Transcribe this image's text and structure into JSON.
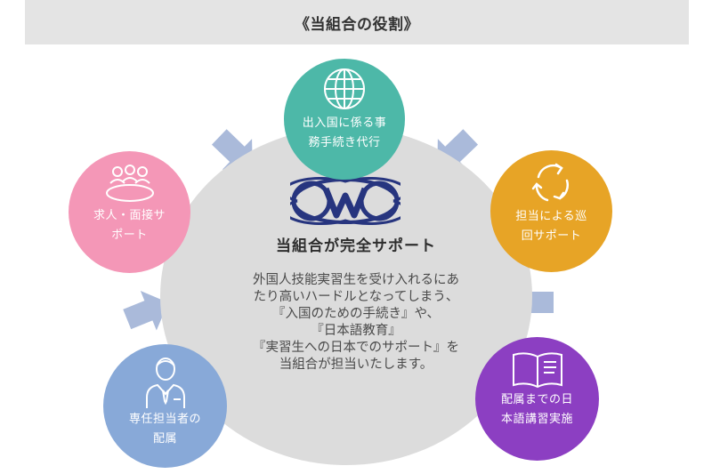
{
  "title": "《当組合の役割》",
  "center": {
    "heading": "当組合が完全サポート",
    "body_lines": [
      "外国人技能実習生を受け入れるにあ",
      "たり高いハードルとなってしまう、",
      "『入国のための手続き』や、",
      "『日本語教育』",
      "『実習生への日本でのサポート』を",
      "当組合が担当いたします。"
    ]
  },
  "nodes": [
    {
      "id": "immigration",
      "lines": [
        "出入国に係る事",
        "務手続き代行"
      ],
      "color": "#4db8a8",
      "icon": "globe-icon"
    },
    {
      "id": "recruitment",
      "lines": [
        "求人・面接サ",
        "ポート"
      ],
      "color": "#f497b7",
      "icon": "meeting-icon"
    },
    {
      "id": "patrol",
      "lines": [
        "担当による巡",
        "回サポート"
      ],
      "color": "#e7a426",
      "icon": "refresh-icon"
    },
    {
      "id": "staff",
      "lines": [
        "専任担当者の",
        "配属"
      ],
      "color": "#88a9d8",
      "icon": "person-icon"
    },
    {
      "id": "japanese",
      "lines": [
        "配属までの日",
        "本語講習実施"
      ],
      "color": "#8c3fc2",
      "icon": "book-icon"
    }
  ],
  "colors": {
    "arrow": "#aabada",
    "disk": "#dcdcdc",
    "title_bg": "#e4e4e4",
    "logo": "#27357f"
  }
}
